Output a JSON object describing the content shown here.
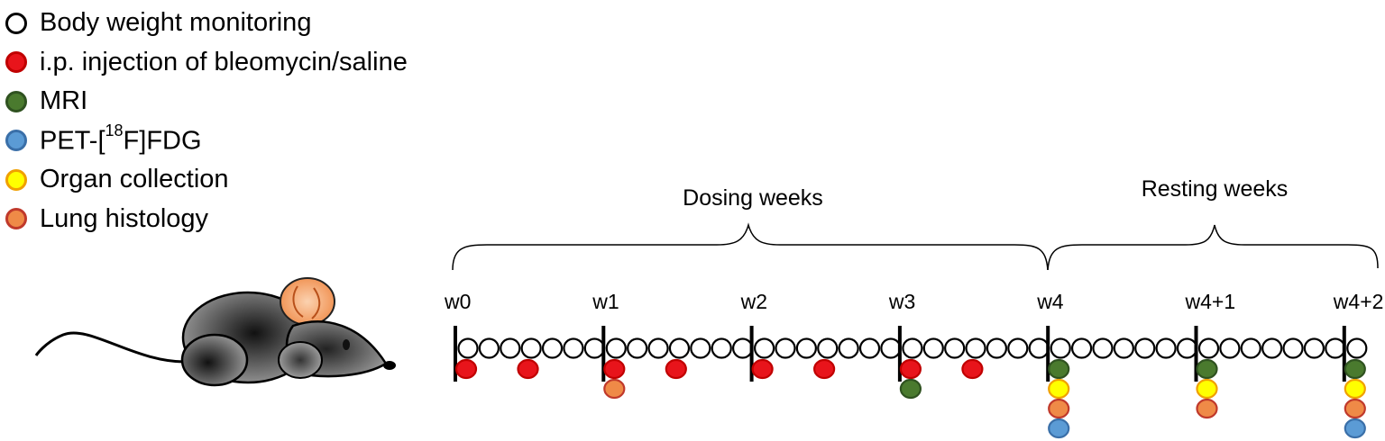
{
  "legend": [
    {
      "key": "body_weight",
      "label": "Body weight monitoring",
      "fill": "#ffffff",
      "stroke": "#000000"
    },
    {
      "key": "injection",
      "label": "i.p. injection of bleomycin/saline",
      "fill": "#e8141b",
      "stroke": "#c00000"
    },
    {
      "key": "mri",
      "label": "MRI",
      "fill": "#4a7a2e",
      "stroke": "#2f5220"
    },
    {
      "key": "pet",
      "label_prefix": "PET-[",
      "label_sup": "18",
      "label_suffix": "F]FDG",
      "fill": "#5b9bd5",
      "stroke": "#3a6fa8"
    },
    {
      "key": "organ",
      "label": "Organ collection",
      "fill": "#ffff00",
      "stroke": "#f0a000"
    },
    {
      "key": "histology",
      "label": "Lung histology",
      "fill": "#ef8a47",
      "stroke": "#c0392b"
    }
  ],
  "phases": [
    {
      "label": "Dosing weeks"
    },
    {
      "label": "Resting weeks"
    }
  ],
  "weeks": [
    {
      "label": "w0",
      "markers": [
        "injection"
      ],
      "mid_markers": [
        "injection"
      ]
    },
    {
      "label": "w1",
      "markers": [
        "injection",
        "histology"
      ],
      "mid_markers": [
        "injection"
      ]
    },
    {
      "label": "w2",
      "markers": [
        "injection"
      ],
      "mid_markers": [
        "injection"
      ]
    },
    {
      "label": "w3",
      "markers": [
        "injection",
        "mri"
      ],
      "mid_markers": [
        "injection"
      ]
    },
    {
      "label": "w4",
      "markers": [
        "mri",
        "organ",
        "histology",
        "pet"
      ],
      "mid_markers": []
    },
    {
      "label": "w4+1",
      "markers": [
        "mri",
        "organ",
        "histology"
      ],
      "mid_markers": []
    },
    {
      "label": "w4+2",
      "markers": [
        "mri",
        "organ",
        "histology",
        "pet"
      ],
      "mid_markers": []
    }
  ],
  "daily_weighings_per_week": 7,
  "colors": {
    "ear": "#ef8a47",
    "mouse_body": "#555555"
  }
}
